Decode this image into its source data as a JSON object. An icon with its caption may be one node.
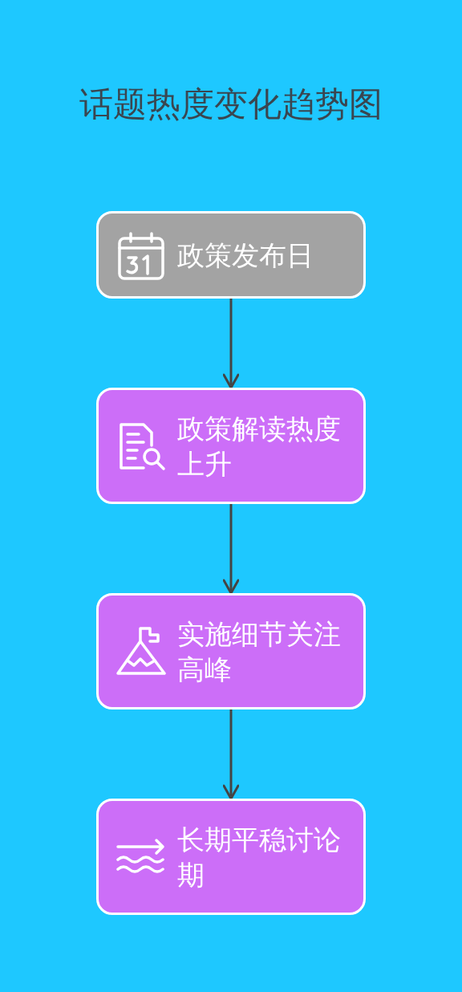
{
  "diagram": {
    "title": "话题热度变化趋势图",
    "nodes": [
      {
        "text": [
          "政策发布日"
        ]
      },
      {
        "text": [
          "政策解读热度上升"
        ]
      },
      {
        "text": [
          "实施细节关注高峰"
        ]
      },
      {
        "text": [
          "长期平稳讨论期"
        ]
      }
    ],
    "edges": [
      {
        "from": 0,
        "to": 1,
        "arrow": "to"
      },
      {
        "from": 1,
        "to": 2,
        "arrow": "to"
      },
      {
        "from": 2,
        "to": 3,
        "arrow": "to"
      }
    ]
  }
}
